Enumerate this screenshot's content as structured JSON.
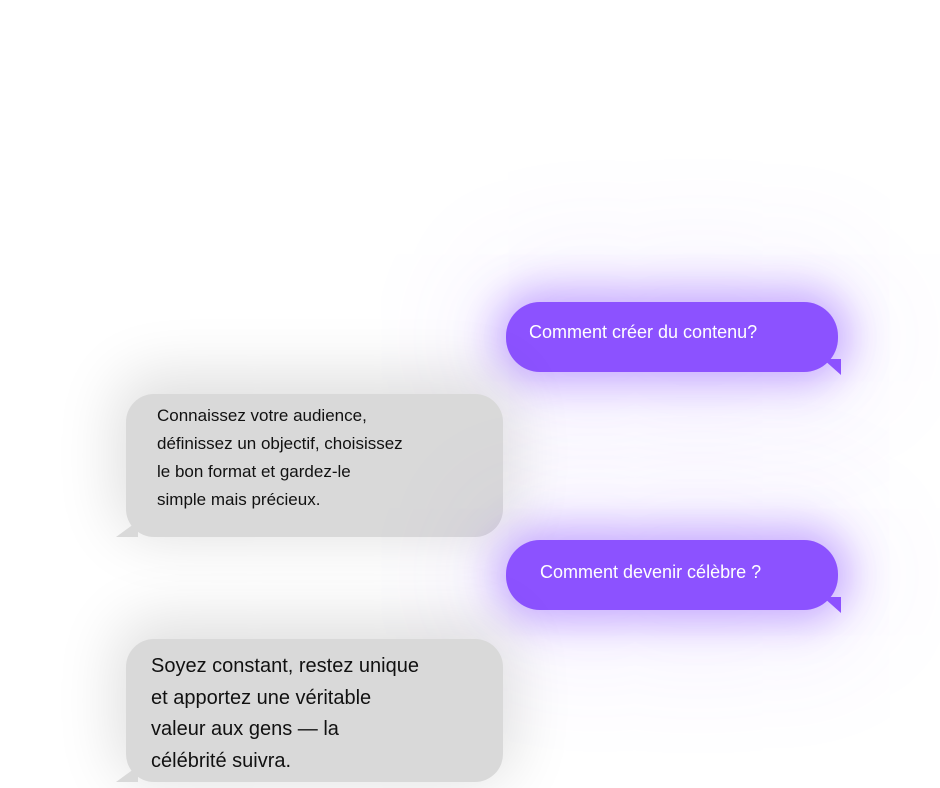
{
  "colors": {
    "outgoing": "#8c52ff",
    "incoming": "#d9d9d9"
  },
  "messages": [
    {
      "sender": "user",
      "text": "Comment créer du contenu?"
    },
    {
      "sender": "reply",
      "text": "Connaissez votre audience,\ndéfinissez un objectif, choisissez\nle bon format et gardez-le\nsimple mais précieux."
    },
    {
      "sender": "user",
      "text": "Comment devenir célèbre ?"
    },
    {
      "sender": "reply",
      "text": "Soyez constant, restez unique\net apportez une véritable\nvaleur aux gens — la\ncélébrité suivra."
    }
  ]
}
